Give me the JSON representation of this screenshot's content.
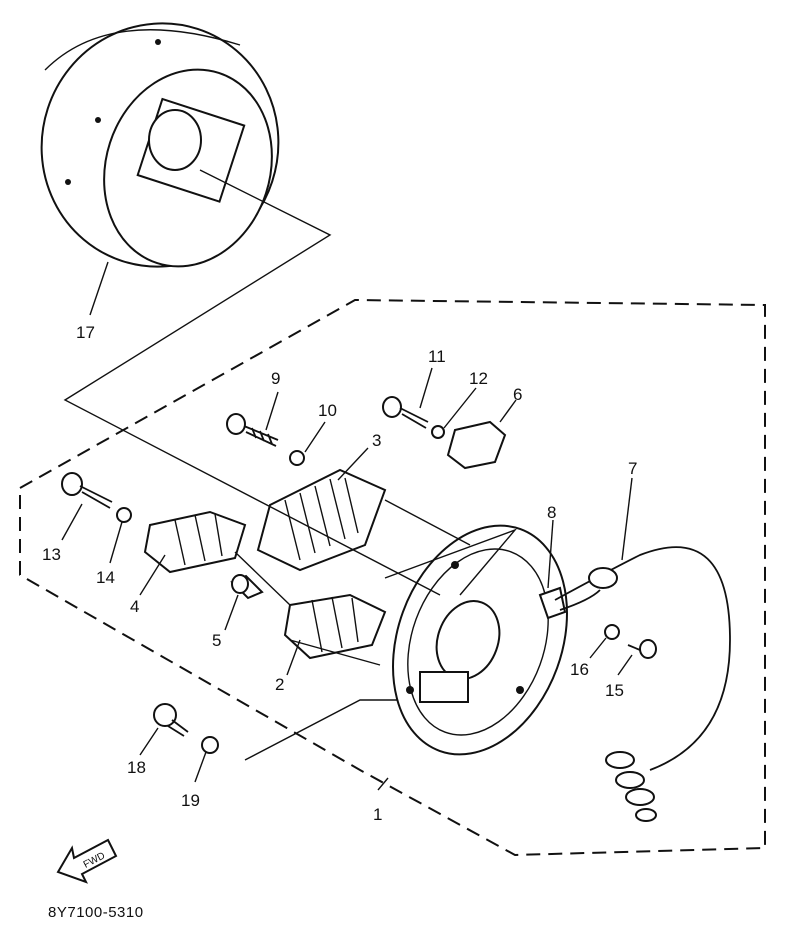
{
  "callouts": [
    "1",
    "2",
    "3",
    "4",
    "5",
    "6",
    "7",
    "8",
    "9",
    "10",
    "11",
    "12",
    "13",
    "14",
    "15",
    "16",
    "17",
    "18",
    "19"
  ],
  "arrow_label": "FWD",
  "diagram_code": "8Y7100-5310"
}
